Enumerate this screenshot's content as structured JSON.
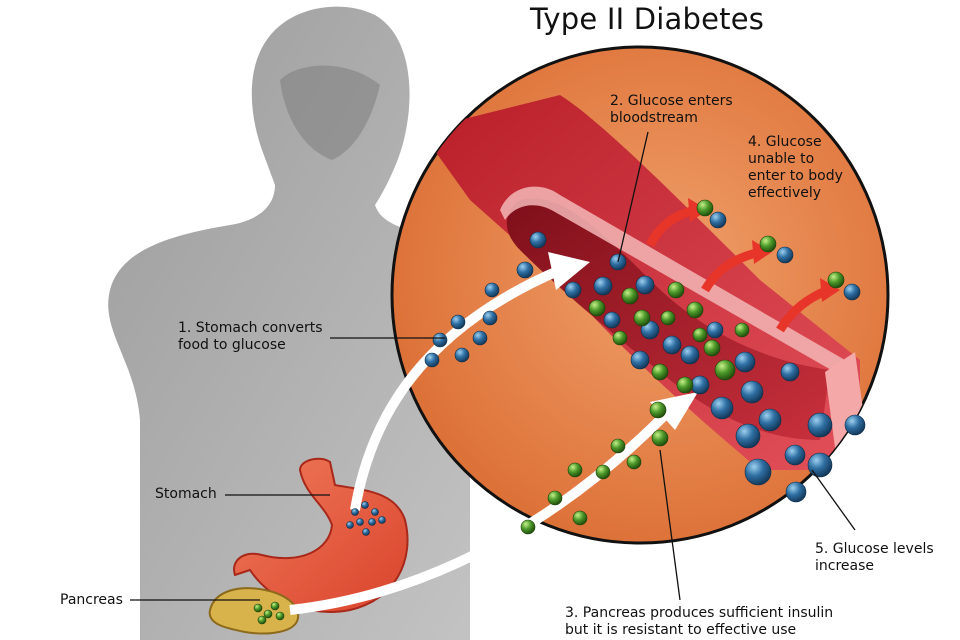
{
  "title": "Type II Diabetes",
  "labels": {
    "step1": "1. Stomach converts\nfood to glucose",
    "step2": "2. Glucose enters\nbloodstream",
    "step3": "3. Pancreas produces sufficient insulin\nbut it is resistant to effective use",
    "step4": "4. Glucose\nunable to\nenter to body\neffectively",
    "step5": "5. Glucose levels\nincrease",
    "stomach": "Stomach",
    "pancreas": "Pancreas"
  },
  "colors": {
    "glucose": "#2f6fa3",
    "insulin": "#4d9a2a",
    "vessel": "#c8262c",
    "circle_bg": "#e07a3f",
    "silhouette": "#9a9a9a",
    "escape_arrow": "#e8352a"
  },
  "icons": [
    "glucose-molecule-icon",
    "insulin-molecule-icon",
    "flow-arrow-icon"
  ]
}
